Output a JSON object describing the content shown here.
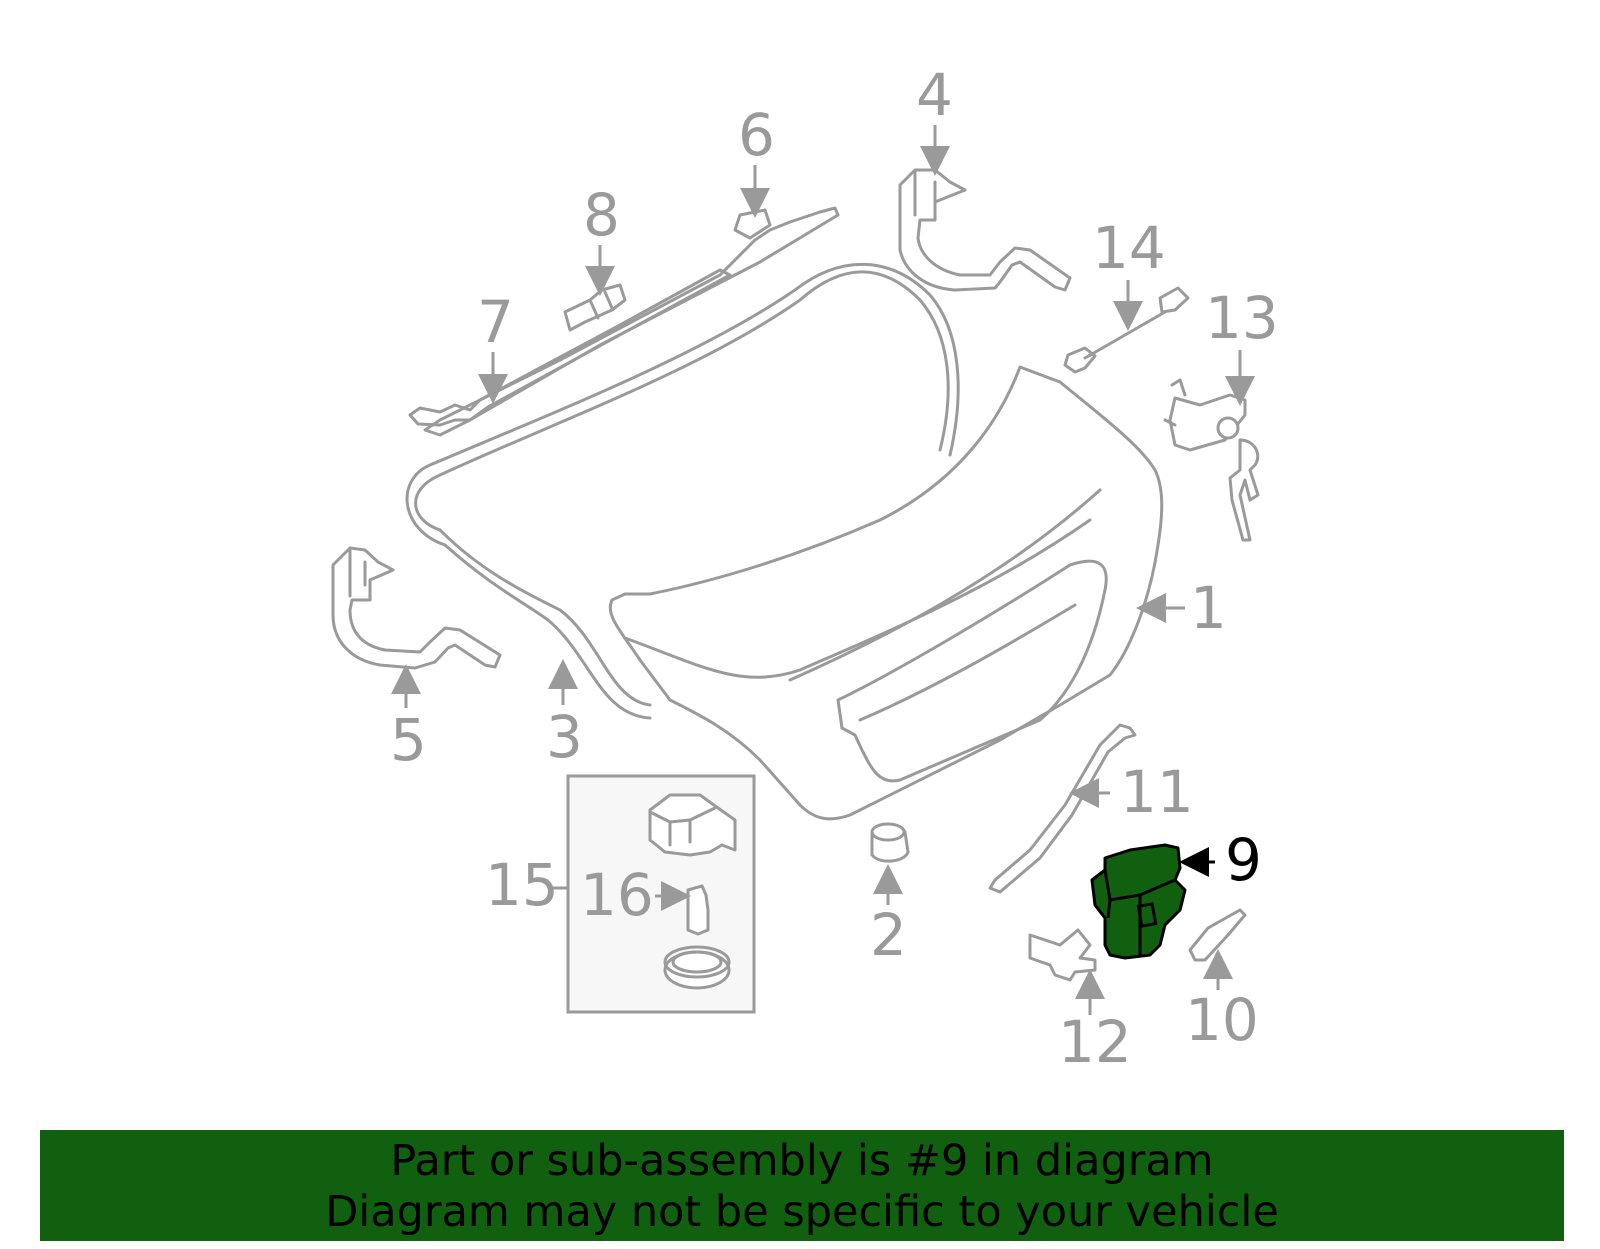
{
  "diagram": {
    "highlighted_part": "9",
    "highlight_color": "#106010",
    "line_color": "#9a9a9a",
    "callouts": {
      "c1": "1",
      "c2": "2",
      "c3": "3",
      "c4": "4",
      "c5": "5",
      "c6": "6",
      "c7": "7",
      "c8": "8",
      "c9": "9",
      "c10": "10",
      "c11": "11",
      "c12": "12",
      "c13": "13",
      "c14": "14",
      "c15": "15",
      "c16": "16"
    }
  },
  "banner": {
    "line1": "Part or sub-assembly is #9 in diagram",
    "line2": "Diagram may not be specific to your vehicle",
    "background": "#106010"
  }
}
